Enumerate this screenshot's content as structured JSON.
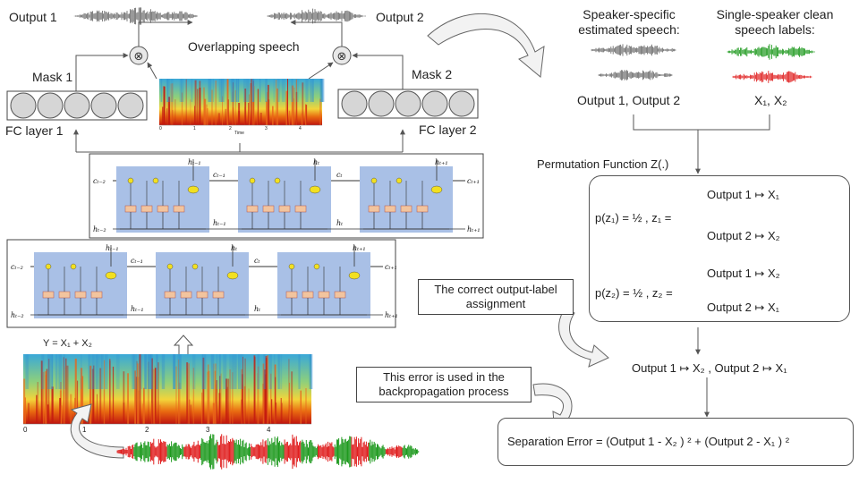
{
  "left": {
    "output1": "Output 1",
    "output2": "Output 2",
    "overlapping": "Overlapping speech",
    "mask1": "Mask 1",
    "mask2": "Mask 2",
    "fc1": "FC layer 1",
    "fc2": "FC layer 2",
    "input_eq": "Y = X₁ + X₂",
    "spec_small_ticks": [
      "0",
      "1",
      "2",
      "3",
      "4"
    ],
    "spec_small_xlabel": "Time",
    "spec_big_ticks": [
      "0",
      "1",
      "2",
      "3",
      "4"
    ],
    "lstm_top": {
      "c_in": "cₜ₋₂",
      "c_mid1": "cₜ₋₁",
      "c_mid2": "cₜ",
      "c_out": "cₜ₊₁",
      "h_in": "hₜ₋₂",
      "h_mid1": "hₜ₋₁",
      "h_mid2": "hₜ",
      "h_out": "hₜ₊₁",
      "h_top1": "hₜ₋₁",
      "h_top2": "hₜ",
      "h_top3": "hₜ₊₁"
    },
    "lstm_bottom": {
      "c_in": "cₜ₋₂",
      "c_mid1": "cₜ₋₁",
      "c_mid2": "cₜ",
      "c_out": "cₜ₊₁",
      "h_in": "hₜ₋₂",
      "h_mid1": "hₜ₋₁",
      "h_mid2": "hₜ",
      "h_out": "hₜ₊₁",
      "h_top1": "hₜ₋₁",
      "h_top2": "hₜ",
      "h_top3": "hₜ₊₁"
    }
  },
  "right": {
    "col1_title_l1": "Speaker-specific",
    "col1_title_l2": "estimated speech:",
    "col2_title_l1": "Single-speaker clean",
    "col2_title_l2": "speech labels:",
    "col1_caption": "Output 1, Output 2",
    "col2_caption": "X₁,  X₂",
    "perm_title": "Permutation Function Z(.)",
    "p1": "p(z₁)  =  ½ ,  z₁ =",
    "p1_case1": "Output 1 ↦ X₁",
    "p1_case2": "Output 2 ↦ X₂",
    "p2": "p(z₂)  =  ½ ,  z₂ =",
    "p2_case1": "Output 1 ↦ X₂",
    "p2_case2": "Output 2 ↦ X₁",
    "correct_l1": "The correct output-label",
    "correct_l2": "assignment",
    "assignment": "Output 1 ↦ X₂ ,  Output 2 ↦ X₁",
    "error_note_l1": "This error is used in the",
    "error_note_l2": "backpropagation process",
    "sep_error": "Separation Error = (Output 1 -  X₂ ) ²  + (Output 2 -  X₁ ) ²"
  },
  "colors": {
    "wave_gray": "#6e6e6e",
    "wave_green": "#1f9a1f",
    "wave_red": "#e02020",
    "lstm_fill": "#a9c0e6",
    "gate_fill": "#f2c49e",
    "sig_fill": "#f2e020"
  }
}
